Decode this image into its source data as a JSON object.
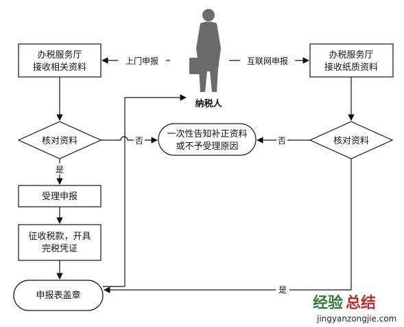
{
  "nodes": {
    "hall_left_line1": "办税服务厅",
    "hall_left_line2": "接收相关资料",
    "hall_right_line1": "办税服务厅",
    "hall_right_line2": "接收纸质资料",
    "taxpayer": "纳税人",
    "check_left": "核对资料",
    "check_right": "核对资料",
    "notice_line1": "一次性告知补正资料",
    "notice_line2": "或不予受理原因",
    "accept": "受理申报",
    "collect_line1": "征收税款，开具",
    "collect_line2": "完税凭证",
    "stamp": "申报表盖章"
  },
  "edges": {
    "onsite": "上门申报",
    "online": "互联网申报",
    "no_left": "否",
    "no_right": "否",
    "yes_left": "是",
    "yes_bottom": "是"
  },
  "watermark": {
    "line1_part1": "经验",
    "line1_part2": "总结",
    "line2": "jingyanzongjie.com"
  },
  "colors": {
    "stroke": "#111111",
    "person": "#6b6b6b",
    "watermark_green": "#2e7d32",
    "watermark_red": "#c62828"
  }
}
